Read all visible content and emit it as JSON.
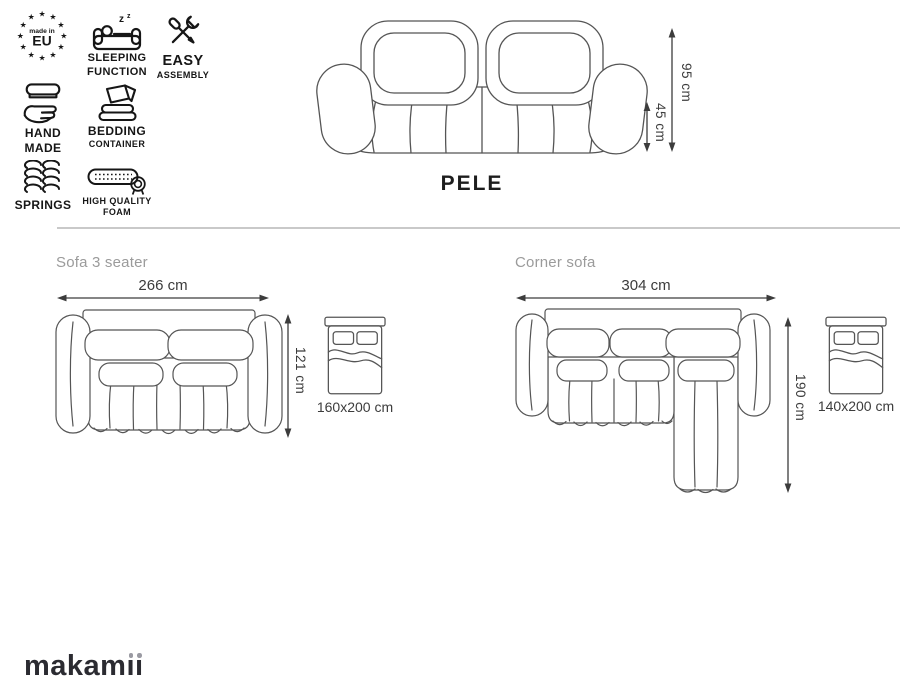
{
  "badges": {
    "made_in_eu": {
      "small": "made in",
      "big": "EU"
    },
    "sleeping_function": {
      "line1": "SLEEPING",
      "line2": "FUNCTION"
    },
    "easy_assembly": {
      "line1": "EASY",
      "line2": "ASSEMBLY"
    },
    "hand_made": {
      "line1": "HAND",
      "line2": "MADE"
    },
    "bedding_container": {
      "line1": "BEDDING",
      "line2": "CONTAINER"
    },
    "springs": {
      "label": "SPRINGS"
    },
    "high_quality_foam": {
      "line1": "HIGH QUALITY",
      "line2": "FOAM"
    }
  },
  "front_view": {
    "product_name": "PELE",
    "total_height": "95 cm",
    "seat_height": "45 cm"
  },
  "sofa_3_seater": {
    "title": "Sofa 3 seater",
    "width": "266 cm",
    "depth": "121 cm",
    "bed_size": "160x200 cm"
  },
  "corner_sofa": {
    "title": "Corner sofa",
    "width": "304 cm",
    "depth": "190 cm",
    "bed_size": "140x200 cm"
  },
  "brand": {
    "logo_full": "makamii",
    "logo_stem": "makam",
    "logo_ii": "ıı"
  },
  "colors": {
    "line_art": "#555555",
    "icon": "#161616",
    "heading": "#9b9b9b",
    "dimension_text": "#3c3c3c",
    "divider": "#c9c9c9"
  }
}
